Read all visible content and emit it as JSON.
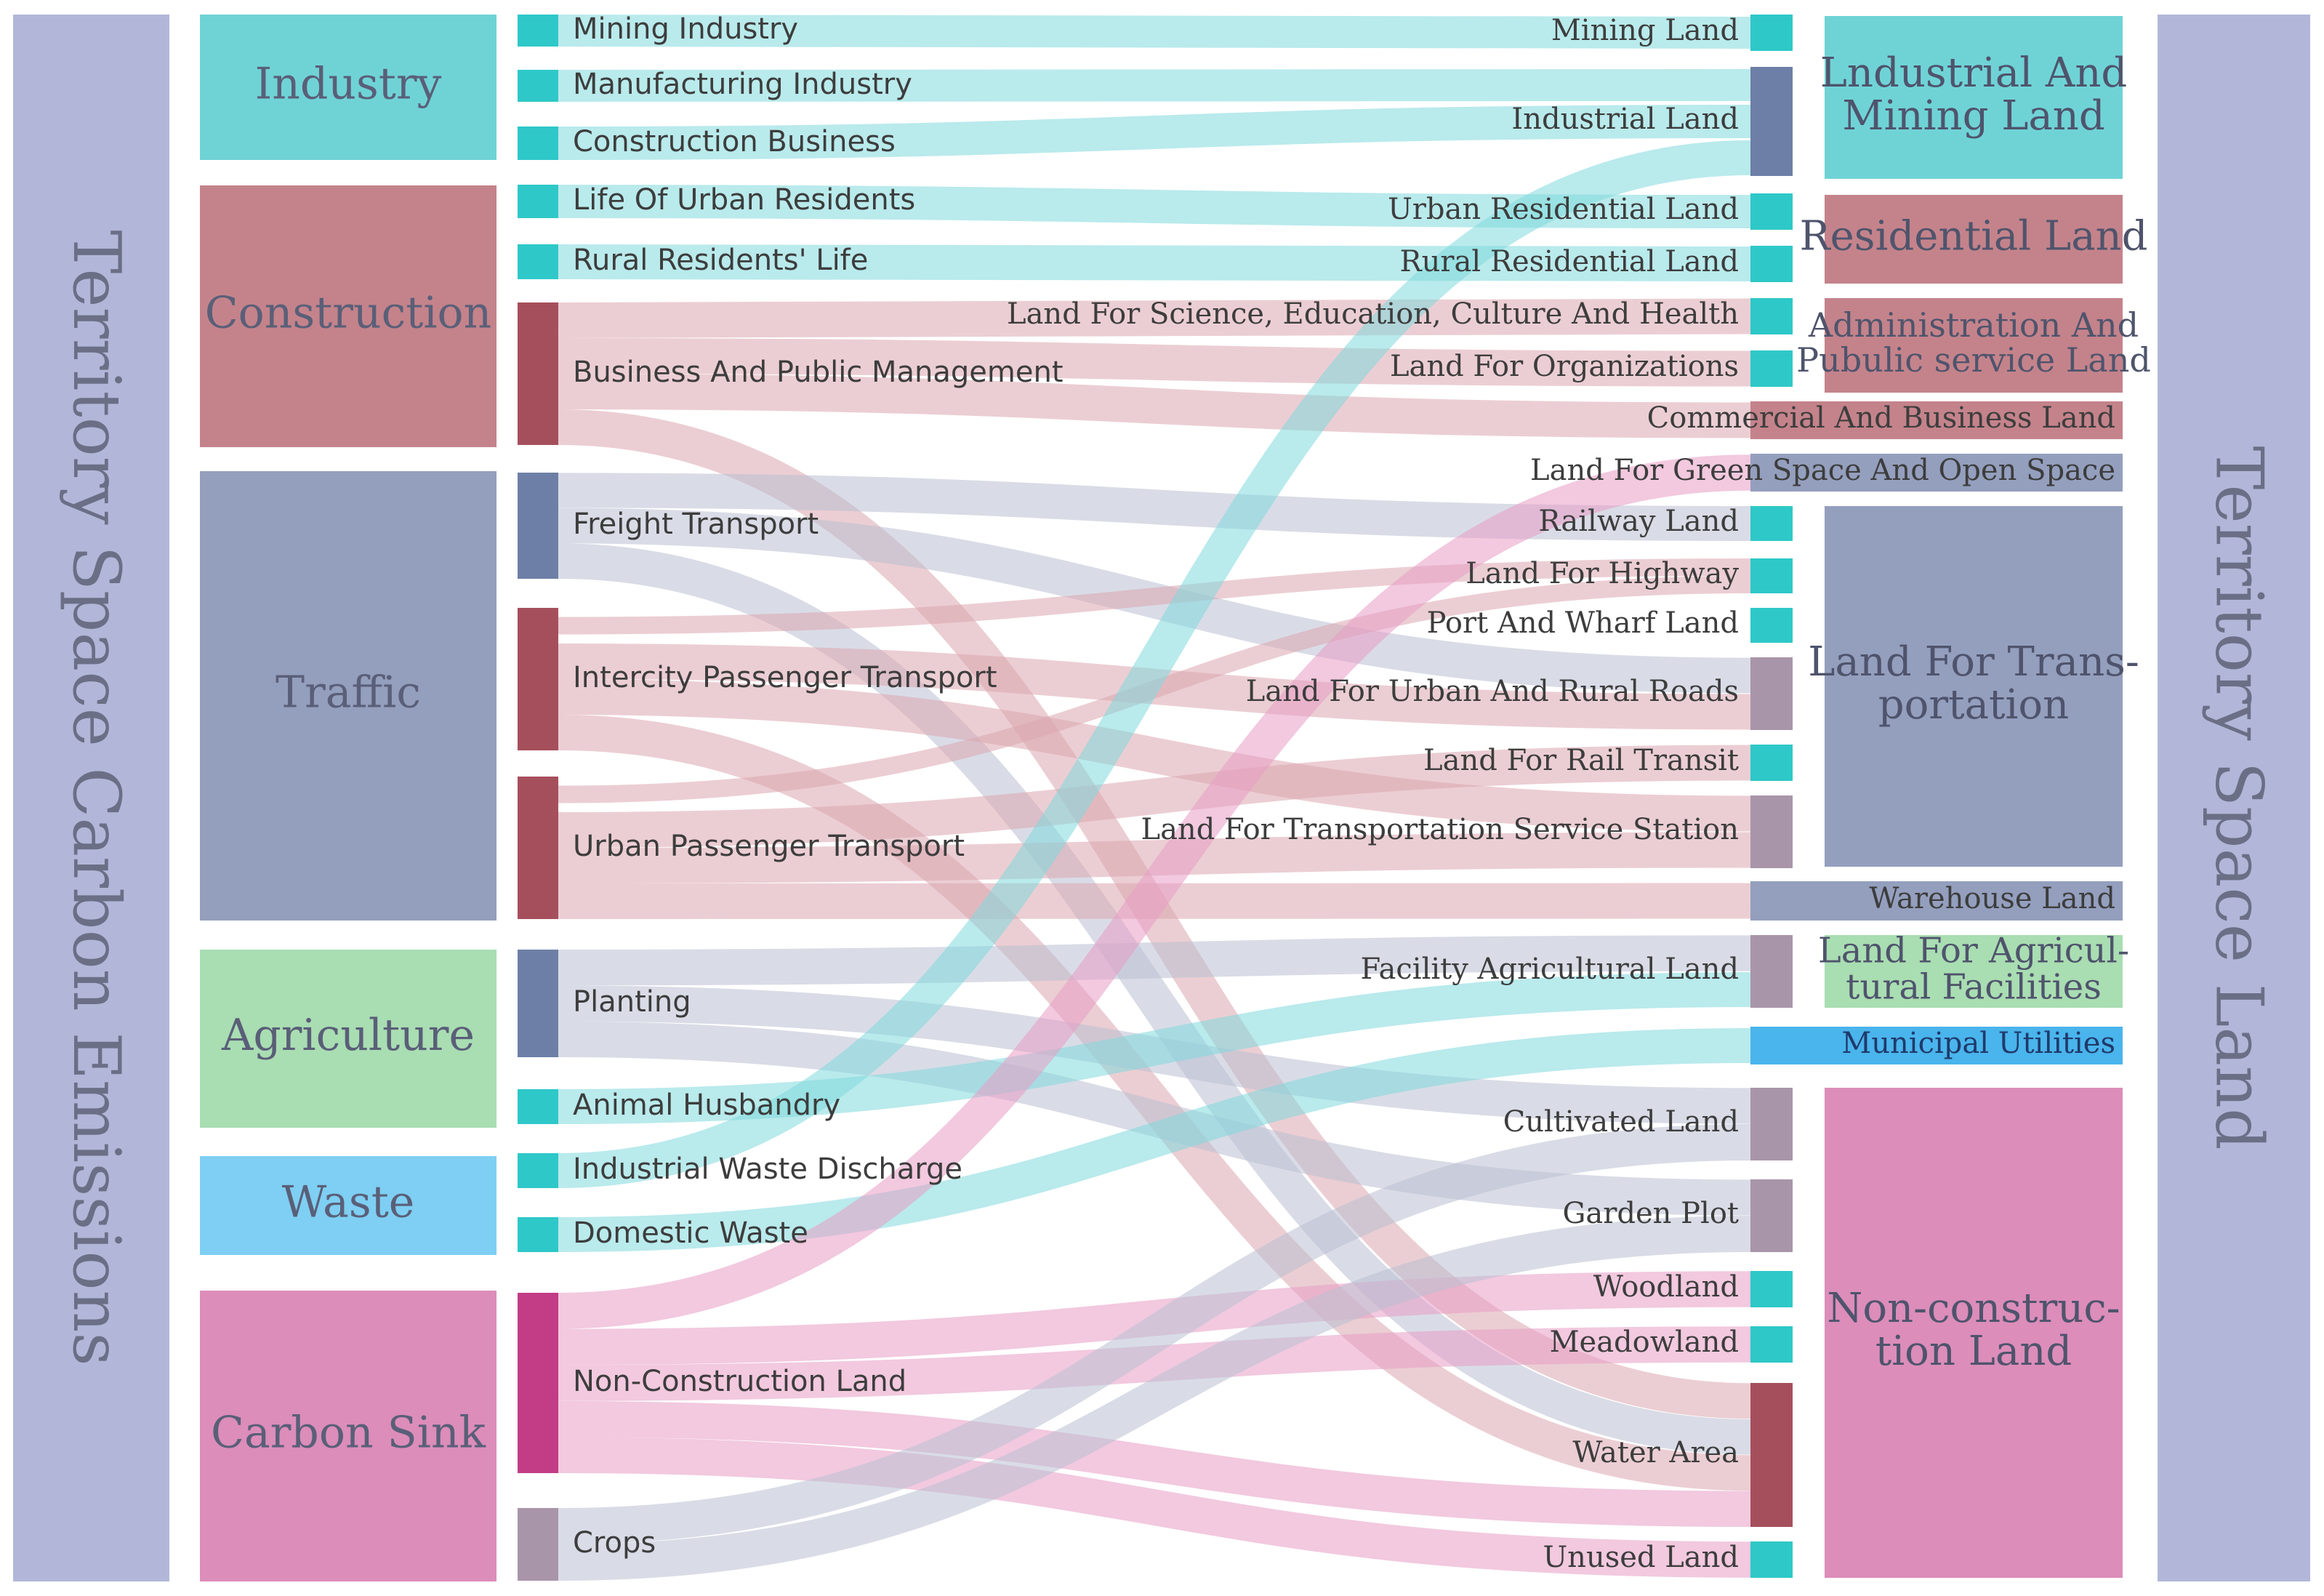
{
  "left_banner": "Territory Space Carbon Emissions",
  "right_banner": "Territory Space Land",
  "colors": {
    "banner": "#b2b7d9",
    "teal": "#2ec8c8",
    "teal_light": "#6fd3d6",
    "rose": "#c4838b",
    "rose_dark": "#a64f5c",
    "slate": "#949fbe",
    "slate_dark": "#6d7fa6",
    "green": "#a9ddb2",
    "sky": "#7ecff3",
    "pink": "#dc8dba",
    "magenta": "#c23c86",
    "mauve": "#a995a9",
    "blue_bright": "#4ab4ec",
    "link_teal": "#7fd9dc",
    "link_rose": "#dba6ae",
    "link_slate": "#b9bfd2",
    "link_pink": "#e79cc4"
  },
  "sectors": [
    {
      "id": "industry",
      "label": "Industry"
    },
    {
      "id": "construction",
      "label": "Construction"
    },
    {
      "id": "traffic",
      "label": "Traffic"
    },
    {
      "id": "agriculture",
      "label": "Agriculture"
    },
    {
      "id": "waste",
      "label": "Waste"
    },
    {
      "id": "carbon_sink",
      "label": "Carbon Sink"
    }
  ],
  "sources": [
    {
      "id": "mining_industry",
      "label": "Mining Industry"
    },
    {
      "id": "manufacturing_industry",
      "label": "Manufacturing Industry"
    },
    {
      "id": "construction_business",
      "label": "Construction Business"
    },
    {
      "id": "urban_residents",
      "label": "Life Of Urban Residents"
    },
    {
      "id": "rural_residents",
      "label": "Rural Residents' Life"
    },
    {
      "id": "business_public",
      "label": "Business And Public Management"
    },
    {
      "id": "freight",
      "label": "Freight Transport"
    },
    {
      "id": "intercity",
      "label": "Intercity Passenger Transport"
    },
    {
      "id": "urban_passenger",
      "label": "Urban Passenger Transport"
    },
    {
      "id": "planting",
      "label": "Planting"
    },
    {
      "id": "animal_husbandry",
      "label": "Animal Husbandry"
    },
    {
      "id": "industrial_waste",
      "label": "Industrial Waste Discharge"
    },
    {
      "id": "domestic_waste",
      "label": "Domestic Waste"
    },
    {
      "id": "non_construction",
      "label": "Non-Construction Land"
    },
    {
      "id": "crops",
      "label": "Crops"
    }
  ],
  "land_uses": [
    {
      "id": "mining_land",
      "label": "Mining Land"
    },
    {
      "id": "industrial_land",
      "label": "Industrial Land"
    },
    {
      "id": "urban_res_land",
      "label": "Urban Residential Land"
    },
    {
      "id": "rural_res_land",
      "label": "Rural Residential Land"
    },
    {
      "id": "science_land",
      "label": "Land For Science, Education, Culture And Health"
    },
    {
      "id": "organizations_land",
      "label": "Land For Organizations"
    },
    {
      "id": "commercial_land",
      "label": "Commercial And Business Land"
    },
    {
      "id": "green_space",
      "label": "Land For Green Space And Open Space"
    },
    {
      "id": "railway_land",
      "label": "Railway Land"
    },
    {
      "id": "highway_land",
      "label": "Land For Highway"
    },
    {
      "id": "port_land",
      "label": "Port And Wharf Land"
    },
    {
      "id": "roads_land",
      "label": "Land For Urban And Rural Roads"
    },
    {
      "id": "rail_transit",
      "label": "Land For Rail Transit"
    },
    {
      "id": "service_station",
      "label": "Land For Transportation Service Station"
    },
    {
      "id": "warehouse_land",
      "label": "Warehouse Land"
    },
    {
      "id": "facility_agri",
      "label": "Facility Agricultural Land"
    },
    {
      "id": "municipal",
      "label": "Municipal Utilities"
    },
    {
      "id": "cultivated",
      "label": "Cultivated Land"
    },
    {
      "id": "garden_plot",
      "label": "Garden Plot"
    },
    {
      "id": "woodland",
      "label": "Woodland"
    },
    {
      "id": "meadowland",
      "label": "Meadowland"
    },
    {
      "id": "water_area",
      "label": "Water Area"
    },
    {
      "id": "unused_land",
      "label": "Unused Land"
    }
  ],
  "categories": [
    {
      "id": "ind_mining_cat",
      "label_lines": [
        "Lndustrial And",
        "Mining Land"
      ]
    },
    {
      "id": "residential_cat",
      "label_lines": [
        "Residential Land"
      ]
    },
    {
      "id": "admin_cat",
      "label_lines": [
        "Administration And",
        "Pubulic service Land"
      ]
    },
    {
      "id": "transport_cat",
      "label_lines": [
        "Land For Trans-",
        "portation"
      ]
    },
    {
      "id": "agri_facilities_cat",
      "label_lines": [
        "Land For Agricul-",
        "tural Facilities"
      ]
    },
    {
      "id": "nonconstruction_cat",
      "label_lines": [
        "Non-construc-",
        "tion Land"
      ]
    }
  ],
  "links": [
    {
      "from": "mining_industry",
      "to": "mining_land"
    },
    {
      "from": "manufacturing_industry",
      "to": "industrial_land"
    },
    {
      "from": "construction_business",
      "to": "industrial_land"
    },
    {
      "from": "urban_residents",
      "to": "urban_res_land"
    },
    {
      "from": "rural_residents",
      "to": "rural_res_land"
    },
    {
      "from": "business_public",
      "to": "science_land"
    },
    {
      "from": "business_public",
      "to": "organizations_land"
    },
    {
      "from": "business_public",
      "to": "commercial_land"
    },
    {
      "from": "business_public",
      "to": "water_area"
    },
    {
      "from": "freight",
      "to": "railway_land"
    },
    {
      "from": "freight",
      "to": "roads_land"
    },
    {
      "from": "freight",
      "to": "water_area"
    },
    {
      "from": "intercity",
      "to": "highway_land"
    },
    {
      "from": "intercity",
      "to": "roads_land"
    },
    {
      "from": "intercity",
      "to": "service_station"
    },
    {
      "from": "intercity",
      "to": "water_area"
    },
    {
      "from": "urban_passenger",
      "to": "highway_land"
    },
    {
      "from": "urban_passenger",
      "to": "rail_transit"
    },
    {
      "from": "urban_passenger",
      "to": "service_station"
    },
    {
      "from": "urban_passenger",
      "to": "warehouse_land"
    },
    {
      "from": "planting",
      "to": "facility_agri"
    },
    {
      "from": "planting",
      "to": "cultivated"
    },
    {
      "from": "planting",
      "to": "garden_plot"
    },
    {
      "from": "animal_husbandry",
      "to": "facility_agri"
    },
    {
      "from": "industrial_waste",
      "to": "industrial_land"
    },
    {
      "from": "domestic_waste",
      "to": "municipal"
    },
    {
      "from": "non_construction",
      "to": "green_space"
    },
    {
      "from": "non_construction",
      "to": "woodland"
    },
    {
      "from": "non_construction",
      "to": "meadowland"
    },
    {
      "from": "non_construction",
      "to": "water_area"
    },
    {
      "from": "non_construction",
      "to": "unused_land"
    },
    {
      "from": "crops",
      "to": "cultivated"
    },
    {
      "from": "crops",
      "to": "garden_plot"
    }
  ]
}
